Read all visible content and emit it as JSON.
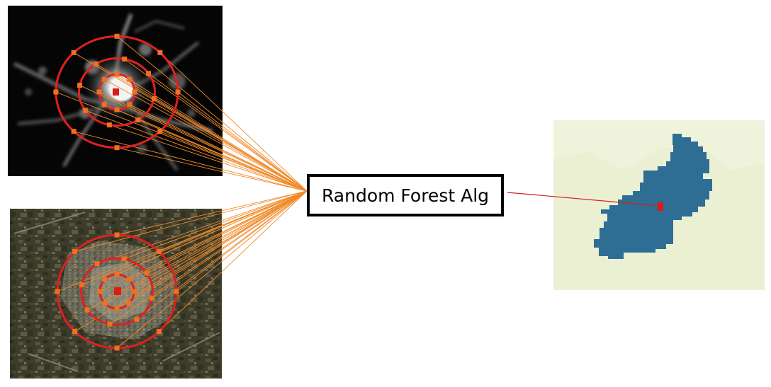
{
  "algorithm_box": {
    "label": "Random Forest Alg"
  },
  "colors": {
    "ring": "#e02020",
    "sample_point": "#f07020",
    "connector": "#f08a2a",
    "output_connector": "#d02020",
    "center_pixel": "#e01818",
    "nightlight_bg": "#050505",
    "satellite_bg": "#3a3a28",
    "map_bg": "#f0f3dc",
    "region_fill": "#2e6e95"
  },
  "panels": [
    {
      "name": "nightlight-image",
      "rings": 3,
      "points_per_ring": [
        8,
        8,
        8
      ]
    },
    {
      "name": "satellite-image",
      "rings": 3,
      "points_per_ring": [
        8,
        8,
        8
      ]
    },
    {
      "name": "output-map"
    }
  ]
}
